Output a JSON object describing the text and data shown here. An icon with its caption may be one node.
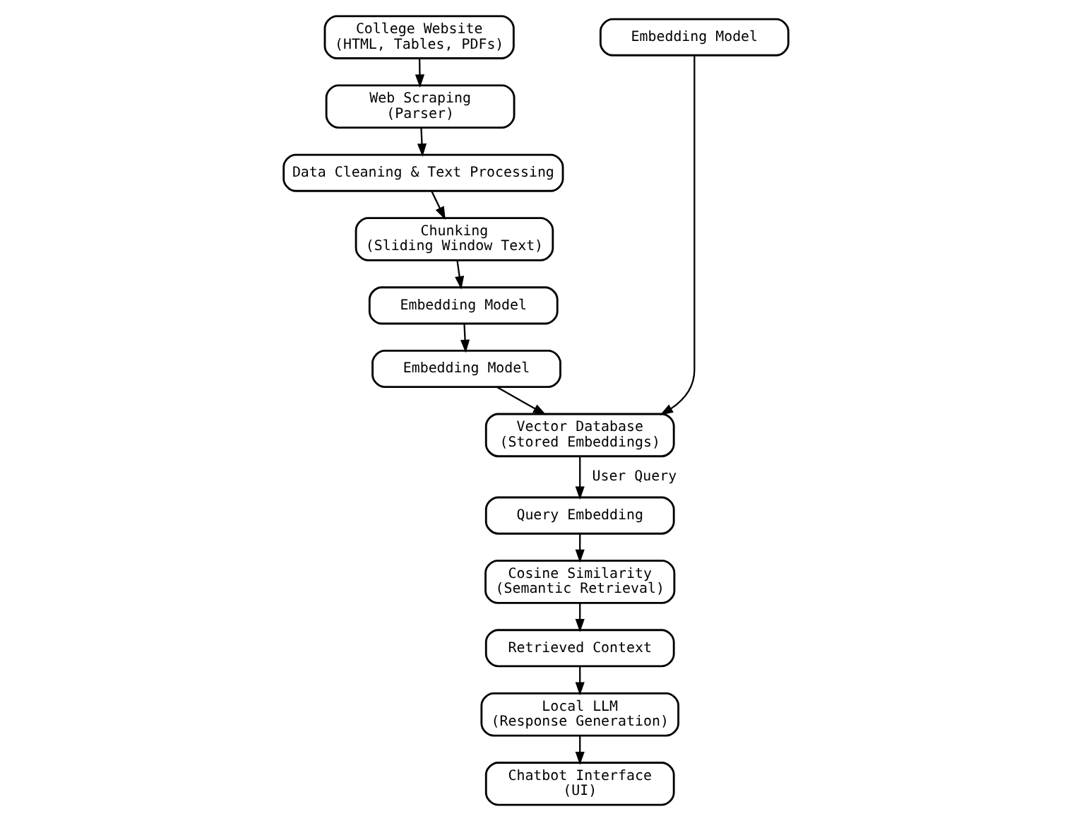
{
  "diagram": {
    "nodes": [
      {
        "text": [
          "College Website",
          "(HTML, Tables, PDFs)"
        ]
      },
      {
        "text": [
          "Web Scraping",
          "(Parser)"
        ]
      },
      {
        "text": [
          "Data Cleaning & Text Processing"
        ]
      },
      {
        "text": [
          "Chunking",
          "(Sliding Window Text)"
        ]
      },
      {
        "text": [
          "Embedding Model"
        ]
      },
      {
        "text": [
          "Embedding Model"
        ]
      },
      {
        "text": [
          "Embedding Model"
        ]
      },
      {
        "text": [
          "Vector Database",
          "(Stored Embeddings)"
        ]
      },
      {
        "text": [
          "Query Embedding"
        ]
      },
      {
        "text": [
          "Cosine Similarity",
          "(Semantic Retrieval)"
        ]
      },
      {
        "text": [
          "Retrieved Context"
        ]
      },
      {
        "text": [
          "Local LLM",
          "(Response Generation)"
        ]
      },
      {
        "text": [
          "Chatbot Interface",
          "(UI)"
        ]
      }
    ],
    "edges": [
      {
        "from": 0,
        "to": 1,
        "arrow": "to"
      },
      {
        "from": 1,
        "to": 2,
        "arrow": "to"
      },
      {
        "from": 2,
        "to": 3,
        "arrow": "to"
      },
      {
        "from": 3,
        "to": 4,
        "arrow": "to"
      },
      {
        "from": 4,
        "to": 5,
        "arrow": "to"
      },
      {
        "from": 5,
        "to": 7,
        "arrow": "to"
      },
      {
        "from": 6,
        "to": 7,
        "arrow": "to"
      },
      {
        "from": 7,
        "to": 8,
        "arrow": "to",
        "label": "User Query"
      },
      {
        "from": 8,
        "to": 9,
        "arrow": "to"
      },
      {
        "from": 9,
        "to": 10,
        "arrow": "to"
      },
      {
        "from": 10,
        "to": 11,
        "arrow": "to"
      },
      {
        "from": 11,
        "to": 12,
        "arrow": "to"
      }
    ]
  }
}
